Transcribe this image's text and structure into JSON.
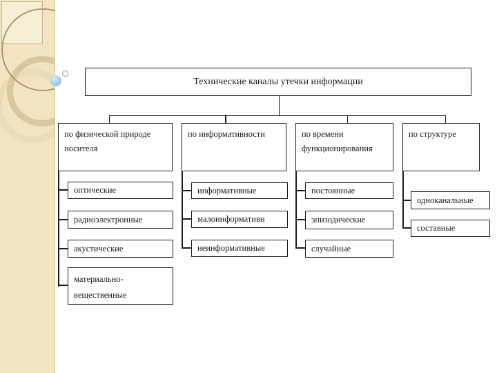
{
  "diagram": {
    "title": "Технические каналы утечки информации",
    "columns": [
      {
        "header": "по физической природе носителя",
        "items": [
          "оптические",
          "радиоэлектронные",
          "акустические",
          "материально-вещественные"
        ]
      },
      {
        "header": "по информативности",
        "items": [
          "информативные",
          "малоинформативн",
          "неинформативные"
        ]
      },
      {
        "header": "по времени функционирования",
        "items": [
          "постоянные",
          "эпизодические",
          "случайные"
        ]
      },
      {
        "header": "по структуре",
        "items": [
          "одноканальные",
          "составные"
        ]
      }
    ]
  },
  "colors": {
    "background": "#ffffff",
    "text": "#1a1a1a",
    "line": "#1c1c1c",
    "band": "#f2e4c0",
    "band_rect": "#f7eed8",
    "ring_tan": "#d8c89e",
    "ring_light": "#e9ddb8",
    "thin_circle": "#a89a68",
    "blue_dot": "#9fcfe4"
  }
}
